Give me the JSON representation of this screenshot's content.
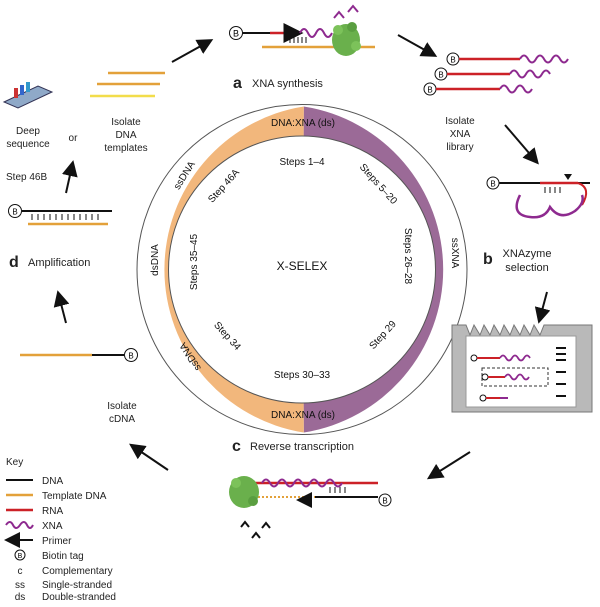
{
  "colors": {
    "dna": "#111111",
    "template_dna": "#e3a13a",
    "rna": "#cc2127",
    "xna": "#8e2a8f",
    "ring_orange": "#f2b77c",
    "ring_purple": "#9b6a97",
    "polymerase": "#6ab04c",
    "gel": "#b9b9b9"
  },
  "panels": {
    "a": {
      "letter": "a",
      "title": "XNA synthesis"
    },
    "b": {
      "letter": "b",
      "title_line1": "XNAzyme",
      "title_line2": "selection"
    },
    "c": {
      "letter": "c",
      "title": "Reverse transcription"
    },
    "d": {
      "letter": "d",
      "title": "Amplification"
    }
  },
  "labels": {
    "isolate_xna": [
      "Isolate",
      "XNA",
      "library"
    ],
    "isolate_cdna": [
      "Isolate",
      "cDNA"
    ],
    "isolate_dna": [
      "Isolate",
      "DNA",
      "templates"
    ],
    "deep_sequence": [
      "Deep",
      "sequence"
    ],
    "or": "or",
    "step46b": "Step 46B"
  },
  "ring": {
    "center": "X-SELEX",
    "top_band": "DNA:XNA (ds)",
    "bottom_band": "DNA:XNA (ds)",
    "right_band": "ssXNA",
    "left_top_band": "ssDNA",
    "left_mid_band": "dsDNA",
    "left_bottom_band": "ssDNA",
    "steps": {
      "s1": "Steps 1–4",
      "s2": "Steps 5–20",
      "s3": "Steps 26–28",
      "s4": "Step 29",
      "s5": "Steps 30–33",
      "s6": "Step 34",
      "s7": "Steps 35–45",
      "s8": "Step 46A"
    }
  },
  "key": {
    "title": "Key",
    "items": [
      {
        "name": "dna",
        "label": "DNA"
      },
      {
        "name": "template",
        "label": "Template DNA"
      },
      {
        "name": "rna",
        "label": "RNA"
      },
      {
        "name": "xna",
        "label": "XNA"
      },
      {
        "name": "primer",
        "label": "Primer"
      },
      {
        "name": "biotin",
        "label": "Biotin tag",
        "symbol": "B"
      },
      {
        "name": "c",
        "label": "Complementary",
        "symbol": "c"
      },
      {
        "name": "ss",
        "label": "Single-stranded",
        "symbol": "ss"
      },
      {
        "name": "ds",
        "label": "Double-stranded",
        "symbol": "ds"
      }
    ]
  },
  "biotin_symbol": "B"
}
